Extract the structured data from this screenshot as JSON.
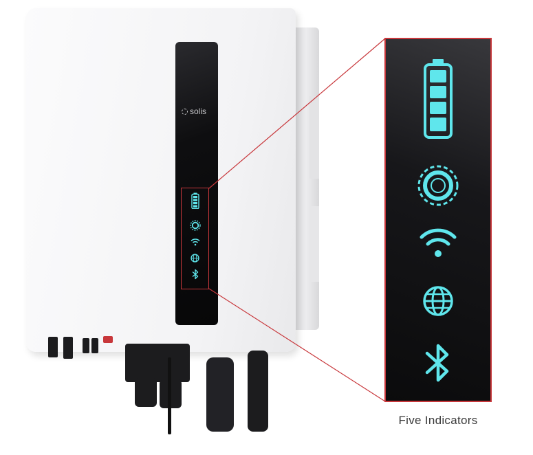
{
  "device": {
    "brand_logo": "solis"
  },
  "indicators": [
    {
      "name": "battery",
      "icon": "battery-icon"
    },
    {
      "name": "power",
      "icon": "power-ring-icon"
    },
    {
      "name": "wifi",
      "icon": "wifi-icon"
    },
    {
      "name": "internet",
      "icon": "globe-icon"
    },
    {
      "name": "bluetooth",
      "icon": "bluetooth-icon"
    }
  ],
  "caption": "Five Indicators",
  "colors": {
    "indicator_glow": "#5fe6ec",
    "callout_border": "#c8373b",
    "inverter_body": "#f3f3f5",
    "display_strip": "#0e0e10"
  }
}
